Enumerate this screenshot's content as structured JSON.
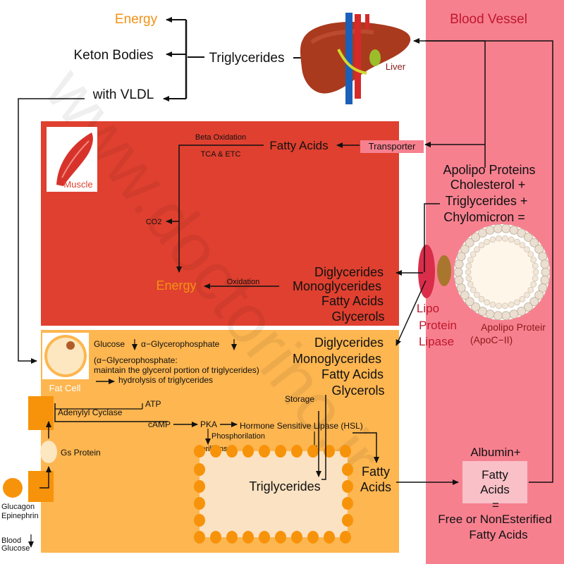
{
  "liver": {
    "energy": "Energy",
    "keton_bodies": "Keton Bodies",
    "with_vldl": "with VLDL",
    "triglycerides": "Triglycerides",
    "liver_label": "Liver"
  },
  "blood": {
    "title": "Blood Vessel",
    "chylo_line1": "Apolipo Proteins",
    "chylo_line2": "Cholesterol    +",
    "chylo_line3": "Triglycerides +",
    "chylo_line4": "Chylomicron =",
    "lpl_line1": "Lipo",
    "lpl_line2": "Protein",
    "lpl_line3": "Lipase",
    "apo_line1": "Apolipo Proteir",
    "apo_line2": "(ApoC−II)",
    "albumin": "Albumin+",
    "fa_line1": "Fatty",
    "fa_line2": "Acids",
    "equals": "=",
    "ffa_line1": "Free or NonEsterified",
    "ffa_line2": "Fatty Acids"
  },
  "muscle": {
    "label": "Muscle",
    "beta_oxidation": "Beta Oxidation",
    "tca_etc": "TCA & ETC",
    "fatty_acids": "Fatty Acids",
    "transporter": "Transporter",
    "co2": "CO2",
    "energy": "Energy",
    "oxidation": "Oxidation",
    "products": [
      "Diglycerides",
      "Monoglycerides",
      "Fatty Acids",
      "Glycerols"
    ]
  },
  "fat": {
    "label": "Fat Cell",
    "glucose": "Glucose",
    "a_glycero": "α−Glycerophosphate",
    "paren1": "(α−Glycerophosphate:",
    "paren2": "maintain the glycerol portion of triglycerides)",
    "hydrolysis": "hydrolysis of triglycerides",
    "products": [
      "Diglycerides",
      "Monoglycerides",
      "Fatty Acids",
      "Glycerols"
    ],
    "storage": "Storage",
    "adenylyl": "Adenylyl Cyclase",
    "atp": "ATP",
    "camp": "cAMP",
    "pka": "PKA",
    "hsl": "Hormone Sensitive Lipase (HSL)",
    "phosphorilation": "Phosphorilation",
    "perilipins": "Perilipins",
    "gs_protein": "Gs Protein",
    "triglycerides": "Triglycerides",
    "fatty": "Fatty",
    "acids": "Acids",
    "glucagon": "Glucagon",
    "epinephrin": "Epinephrin",
    "blood": "Blood",
    "glucose2": "Glucose"
  },
  "colors": {
    "blood_bg": "#f7808f",
    "muscle_bg": "#e0402f",
    "fat_bg": "#fdb650",
    "orange_dark": "#f7930a",
    "energy_orange": "#f39214",
    "blood_title": "#c0182e"
  }
}
